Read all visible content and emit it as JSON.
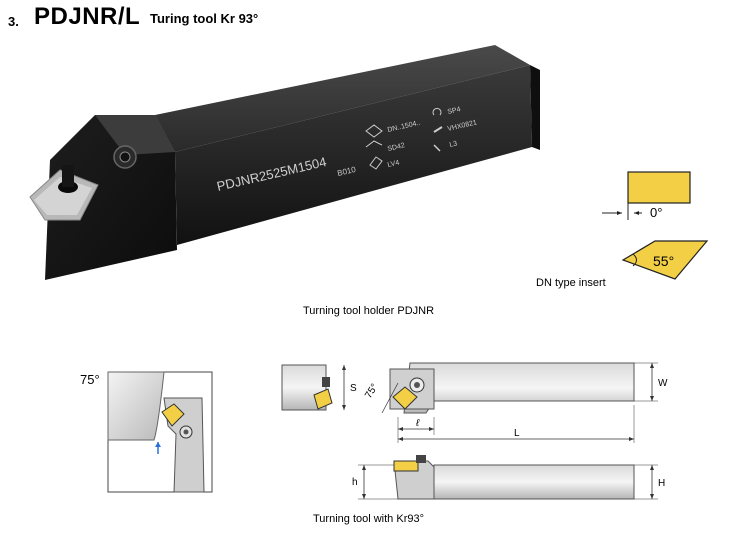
{
  "header": {
    "section_number": "3.",
    "product_code": "PDJNR/L",
    "subtitle": "Turing tool Kr 93°"
  },
  "photo": {
    "body_marking": "PDJNR2525M1504",
    "body_sub_marking": "B010",
    "spec_labels": [
      "DN..1504..",
      "SD42",
      "LV4",
      "SP4",
      "VHX0821",
      "L3"
    ]
  },
  "insert": {
    "clearance_angle": "0°",
    "nose_angle": "55°",
    "caption": "DN type insert"
  },
  "captions": {
    "holder": "Turning tool holder PDJNR",
    "kr": "Turning tool with Kr93°"
  },
  "diagram": {
    "approach_angle": "75°",
    "dims": {
      "S": "S",
      "W": "W",
      "l": "ℓ",
      "L": "L",
      "h": "h",
      "H": "H",
      "angle75": "75°"
    }
  },
  "colors": {
    "insert_yellow": "#f2cf45",
    "tool_gray": "#c8c8c8",
    "body_dark": "#2b2b2b"
  }
}
